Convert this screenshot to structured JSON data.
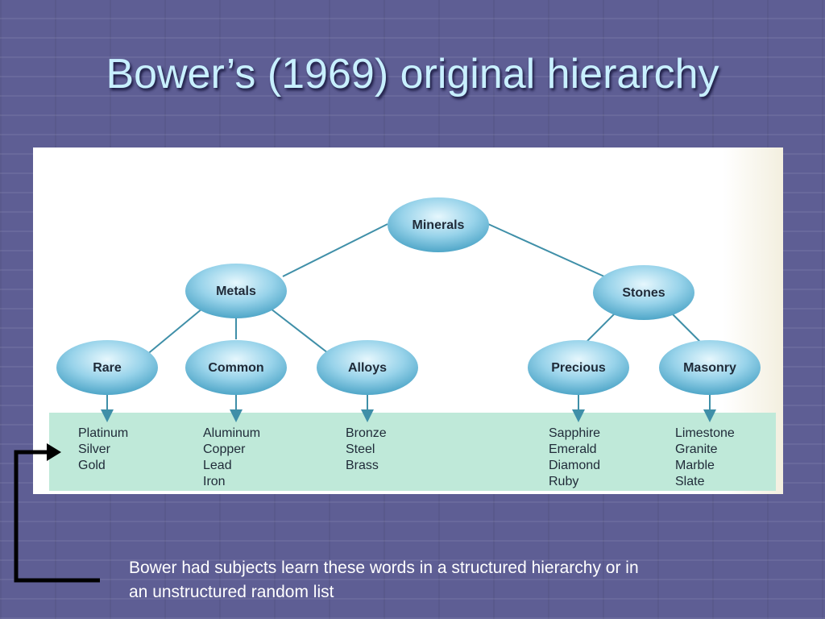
{
  "slide": {
    "title": "Bower’s (1969) original hierarchy",
    "caption": "Bower had subjects learn these words in a structured hierarchy or in an unstructured random list"
  },
  "colors": {
    "background": "#5e5e94",
    "title_text": "#c8f0ff",
    "node_fill": "#7ec6e2",
    "leaf_band": "#bfe9d9",
    "line": "#3f8fa8"
  },
  "hierarchy": {
    "root": "Minerals",
    "level1": [
      "Metals",
      "Stones"
    ],
    "level2": [
      "Rare",
      "Common",
      "Alloys",
      "Precious",
      "Masonry"
    ],
    "leaves": [
      [
        "Platinum",
        "Silver",
        "Gold"
      ],
      [
        "Aluminum",
        "Copper",
        "Lead",
        "Iron"
      ],
      [
        "Bronze",
        "Steel",
        "Brass"
      ],
      [
        "Sapphire",
        "Emerald",
        "Diamond",
        "Ruby"
      ],
      [
        "Limestone",
        "Granite",
        "Marble",
        "Slate"
      ]
    ]
  }
}
